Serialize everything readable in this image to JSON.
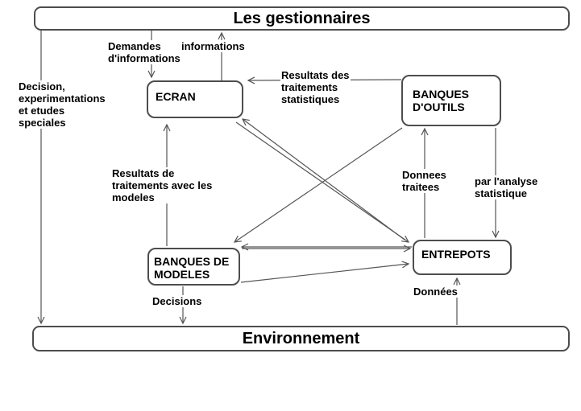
{
  "diagram_title": "Les gestionnaires / Environnement DSS flow diagram",
  "colors": {
    "line": "#555555",
    "text": "#000000",
    "border": "#4d4d4d",
    "background": "#ffffff"
  },
  "nodes": {
    "gestionnaires": {
      "label": "Les gestionnaires"
    },
    "ecran": {
      "label": "ECRAN"
    },
    "banques_outils": {
      "label": "BANQUES\nD'OUTILS"
    },
    "banques_modeles": {
      "label": "BANQUES DE\nMODELES"
    },
    "entrepots": {
      "label": "ENTREPOTS"
    },
    "environnement": {
      "label": "Environnement"
    }
  },
  "edge_labels": {
    "demandes": "Demandes\nd'informations",
    "informations": "informations",
    "resultats_stats": "Resultats des\ntraitements\nstatistiques",
    "resultats_modeles": "Resultats de\ntraitements avec les\nmodeles",
    "donnees_traitees": "Donnees\ntraitees",
    "par_analyse": "par l'analyse\nstatistique",
    "decision_experimentations": "Decision,\nexperimentations\net etudes\nspeciales",
    "decisions": "Decisions",
    "donnees": "Données"
  },
  "edges": [
    {
      "from": "gestionnaires",
      "to": "environnement",
      "label": "Decision, experimentations et etudes speciales"
    },
    {
      "from": "gestionnaires",
      "to": "ecran",
      "label": "Demandes d'informations"
    },
    {
      "from": "ecran",
      "to": "gestionnaires",
      "label": "informations"
    },
    {
      "from": "banques_outils",
      "to": "ecran",
      "label": "Resultats des traitements statistiques"
    },
    {
      "from": "ecran",
      "to": "entrepots",
      "label": ""
    },
    {
      "from": "entrepots",
      "to": "ecran",
      "label": ""
    },
    {
      "from": "banques_outils",
      "to": "banques_modeles",
      "label": ""
    },
    {
      "from": "banques_modeles",
      "to": "ecran",
      "label": "Resultats de traitements avec les modeles"
    },
    {
      "from": "entrepots",
      "to": "banques_outils",
      "label": "Donnees traitees"
    },
    {
      "from": "banques_outils",
      "to": "entrepots",
      "label": "par l'analyse statistique"
    },
    {
      "from": "entrepots",
      "to": "banques_modeles",
      "label": ""
    },
    {
      "from": "banques_modeles",
      "to": "entrepots",
      "label": ""
    },
    {
      "from": "banques_modeles",
      "to": "environnement",
      "label": "Decisions"
    },
    {
      "from": "environnement",
      "to": "entrepots",
      "label": "Données"
    }
  ]
}
